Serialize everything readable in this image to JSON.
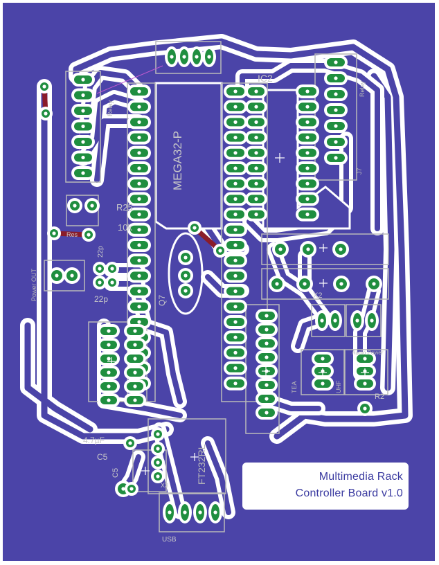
{
  "board": {
    "colors": {
      "ground_plane": "#4b44a8",
      "copper_trace": "#ffffff",
      "trace_gap": "#ffffff",
      "pad": "#1f8e3f",
      "silkscreen": "#c8c8c8",
      "jumper": "#8a1c2a",
      "keepout_outline": "#ffffff"
    },
    "title_lines": [
      "Multimedia Rack",
      "Controller Board v1.0"
    ],
    "labels": {
      "ic2": "IC2",
      "mega": "MEGA32-P",
      "x2": "X2",
      "q7": "Q7",
      "r25": "R25",
      "c10k": "10k",
      "power_out": "Power OUT",
      "usb": "USB",
      "relay": "Relay",
      "relay_right": "Relay",
      "j7": "J7",
      "c5": "C5",
      "c5b": "C5",
      "cap_4u7": "4.7µF",
      "pf22": "22p",
      "pf22b": "22p",
      "r2": "R2",
      "tea": "TEA",
      "uhf": "UHF",
      "audio": "Audio Power",
      "x3": "X3",
      "ft232": "FT232RL",
      "res": "Res"
    }
  }
}
